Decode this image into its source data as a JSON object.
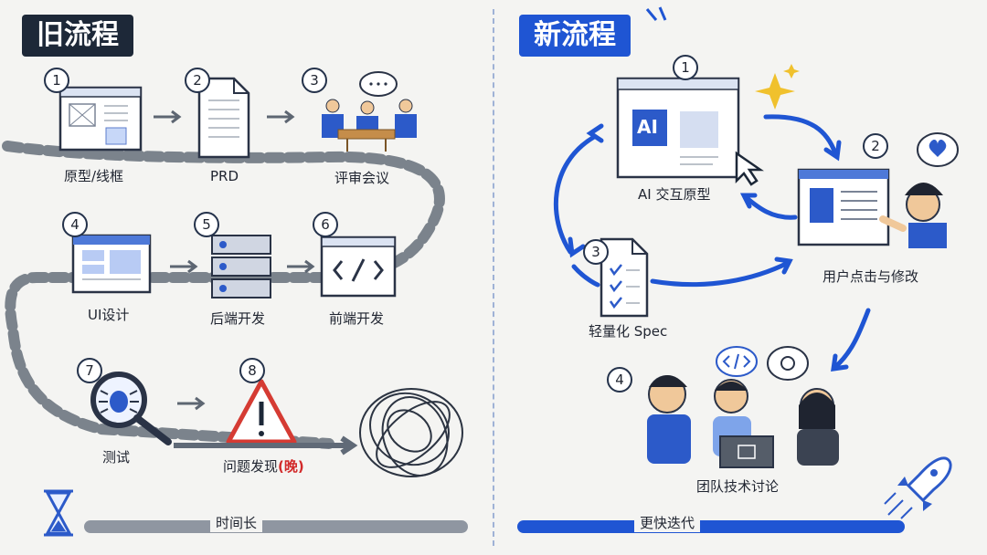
{
  "left": {
    "title": "旧流程",
    "steps": [
      {
        "num": "1",
        "label": "原型/线框"
      },
      {
        "num": "2",
        "label": "PRD"
      },
      {
        "num": "3",
        "label": "评审会议"
      },
      {
        "num": "4",
        "label": "UI设计"
      },
      {
        "num": "5",
        "label": "后端开发"
      },
      {
        "num": "6",
        "label": "前端开发"
      },
      {
        "num": "7",
        "label": "测试"
      },
      {
        "num": "8",
        "label_main": "问题发现",
        "label_late": "(晚)"
      }
    ],
    "bottom_label": "时间长"
  },
  "right": {
    "title": "新流程",
    "steps": [
      {
        "num": "1",
        "label": "AI 交互原型"
      },
      {
        "num": "2",
        "label": "用户点击与修改"
      },
      {
        "num": "3",
        "label": "轻量化 Spec"
      },
      {
        "num": "4",
        "label": "团队技术讨论"
      }
    ],
    "bottom_label": "更快迭代",
    "ai_badge": "AI"
  }
}
